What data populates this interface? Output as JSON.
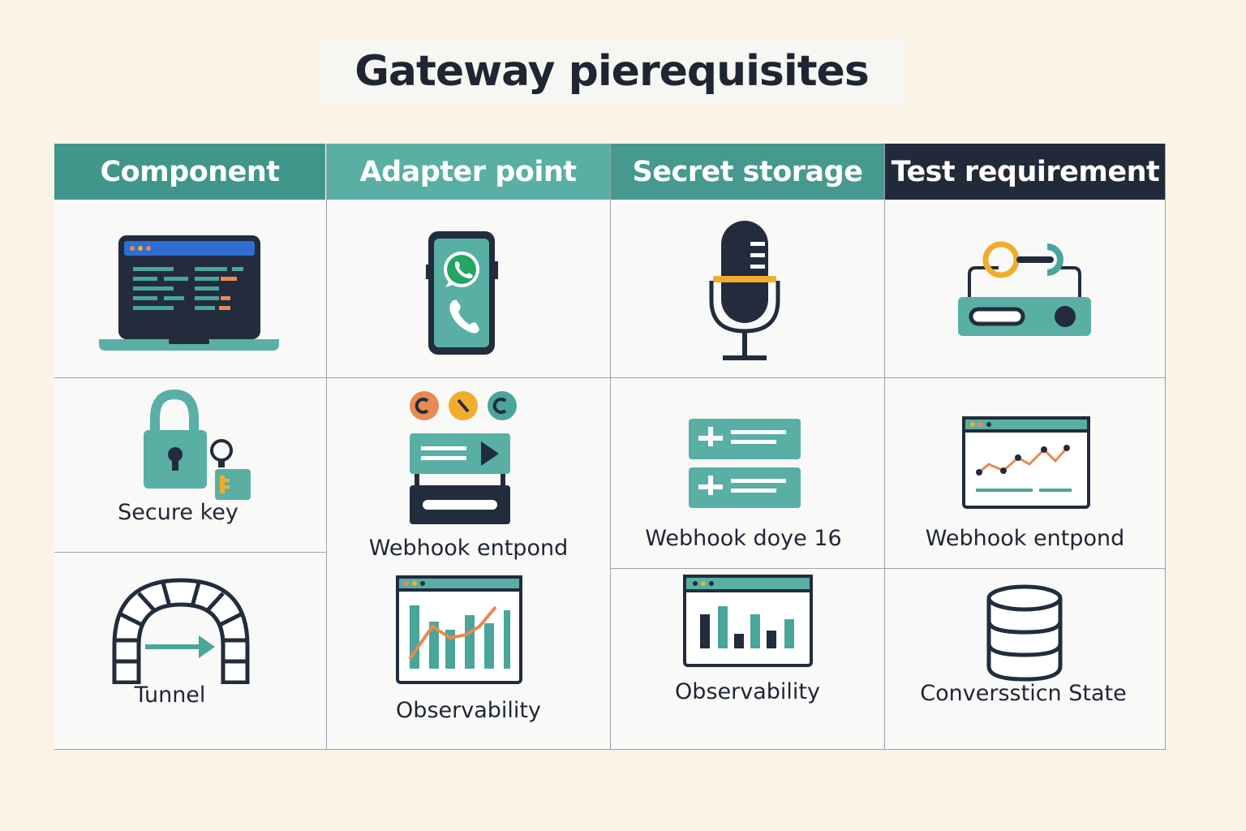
{
  "title": "Gateway pierequisites",
  "colors": {
    "teal_dark": "#3f9489",
    "teal": "#5aafa5",
    "navy": "#222c3c",
    "orange": "#e88a53",
    "yellow": "#f0ad2c",
    "background": "#fbf4e6"
  },
  "headers": [
    {
      "label": "Component",
      "color": "#40968b"
    },
    {
      "label": "Adapter point",
      "color": "#5aafa5"
    },
    {
      "label": "Secret storage",
      "color": "#46998e"
    },
    {
      "label": "Test requirement",
      "color": "#212a3a"
    }
  ],
  "cells": {
    "c1_r1": {
      "icon": "laptop-code-icon",
      "label": ""
    },
    "c1_r2": {
      "icon": "padlock-key-icon",
      "label": "Secure key"
    },
    "c1_r3": {
      "icon": "tunnel-arch-icon",
      "label": "Tunnel"
    },
    "c2_r1": {
      "icon": "phone-whatsapp-icon",
      "label": ""
    },
    "c2_r2": {
      "icon": "webhook-server-icon",
      "label": "Webhook entpond"
    },
    "c2_r3": {
      "icon": "chart-window-icon",
      "label": "Observability"
    },
    "c3_r1": {
      "icon": "microphone-icon",
      "label": ""
    },
    "c3_r2": {
      "icon": "stacked-cards-icon",
      "label": "Webhook doye 16"
    },
    "c3_r3": {
      "icon": "bar-chart-window-icon",
      "label": "Observability"
    },
    "c4_r1": {
      "icon": "router-link-icon",
      "label": ""
    },
    "c4_r2": {
      "icon": "line-chart-window-icon",
      "label": "Webhook entpond"
    },
    "c4_r3": {
      "icon": "database-icon",
      "label": "Converssticn State"
    }
  }
}
